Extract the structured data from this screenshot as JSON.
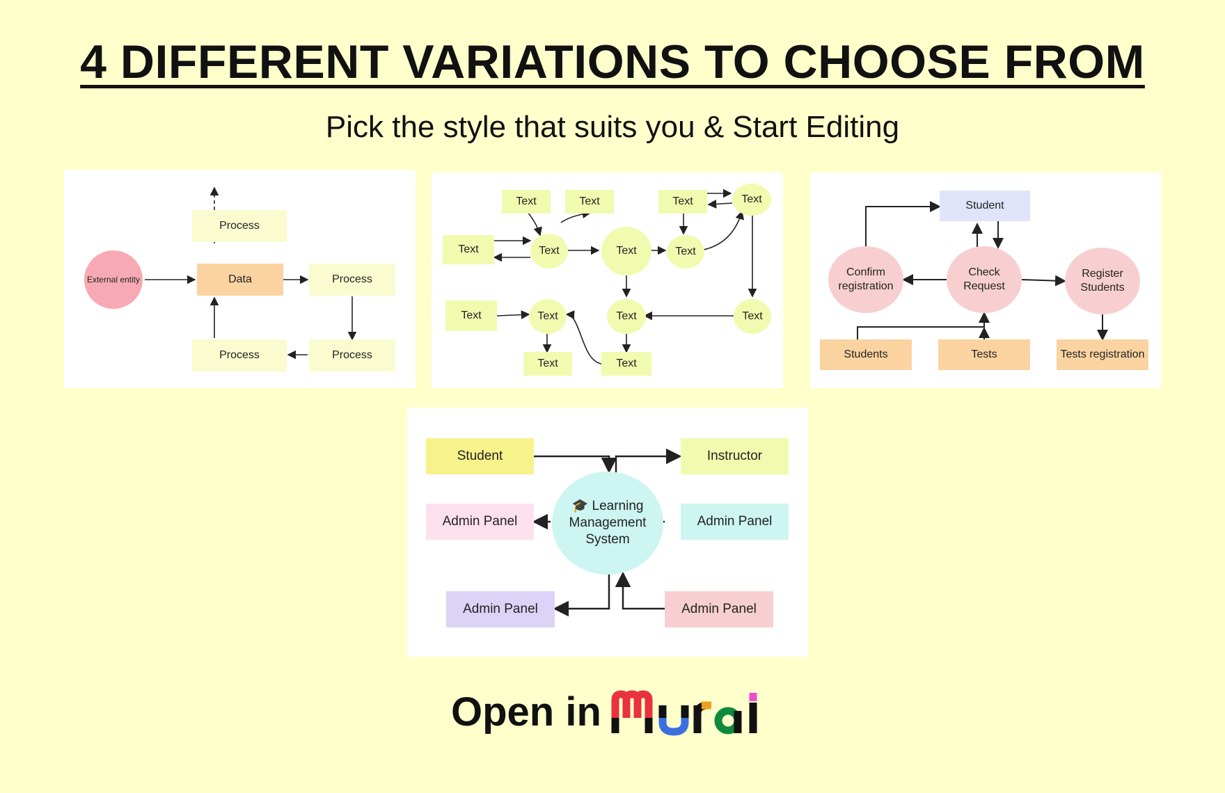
{
  "header": {
    "title": "4 DIFFERENT VARIATIONS TO CHOOSE FROM",
    "subtitle": "Pick the style that suits you & Start Editing"
  },
  "diagram1": {
    "external": "External entity",
    "data": "Data",
    "process": "Process"
  },
  "diagram2": {
    "text": "Text"
  },
  "diagram3": {
    "student": "Student",
    "confirm": "Confirm registration",
    "check": "Check Request",
    "register": "Register Students",
    "students": "Students",
    "tests": "Tests",
    "tests_registration": "Tests registration"
  },
  "diagram4": {
    "student": "Student",
    "instructor": "Instructor",
    "lms": "Learning Management System",
    "lms_icon": "graduation-cap-icon",
    "admin_panel": "Admin Panel"
  },
  "footer": {
    "open_in": "Open in",
    "brand": "Mural",
    "brand_colors": [
      "#e8323c",
      "#3b6fe0",
      "#0f8a3c",
      "#f0a01e",
      "#e84fd0"
    ]
  },
  "colors": {
    "background": "#ffffcc",
    "pink": "#f7bcc4",
    "peach": "#fbd3a0",
    "lightyellow": "#fafccf",
    "lime": "#f0fbaf",
    "cyan": "#cdf5f2",
    "lavender": "#dcd4f7",
    "blue": "#dfe4fb"
  }
}
